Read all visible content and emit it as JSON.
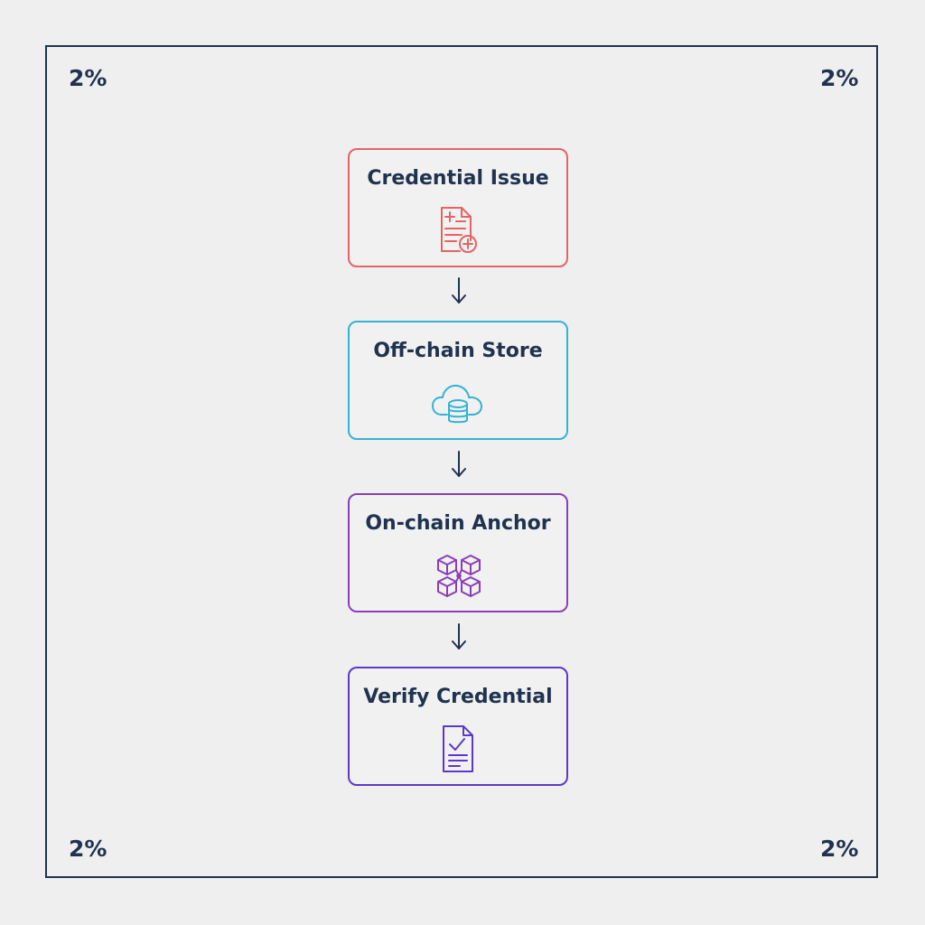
{
  "corners": {
    "top_left": "2%",
    "top_right": "2%",
    "bottom_left": "2%",
    "bottom_right": "2%"
  },
  "steps": [
    {
      "label": "Credential Issue",
      "icon": "document-add-icon",
      "color": "#e26563"
    },
    {
      "label": "Off-chain Store",
      "icon": "cloud-database-icon",
      "color": "#33b3d5"
    },
    {
      "label": "On-chain Anchor",
      "icon": "blockchain-cubes-icon",
      "color": "#8a3fb7"
    },
    {
      "label": "Verify Credential",
      "icon": "document-check-icon",
      "color": "#5c3ac8"
    }
  ],
  "colors": {
    "background": "#efefef",
    "frame": "#1f3350",
    "text": "#1f3350"
  }
}
